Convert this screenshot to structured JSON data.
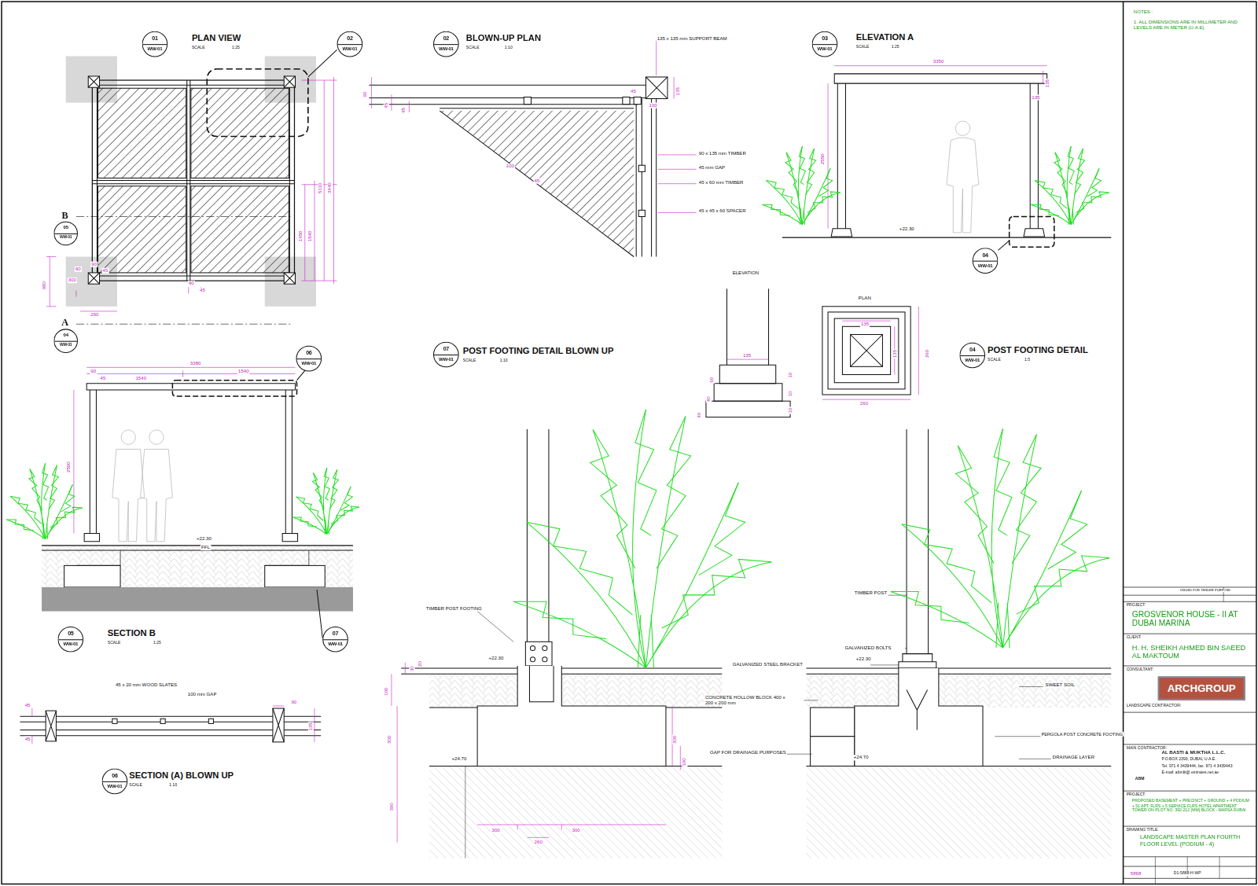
{
  "diagram": {
    "nodes": [
      {
        "text": [
          "01",
          "WW-01"
        ]
      },
      {
        "text": [
          "02",
          "WW-01"
        ]
      },
      {
        "text": [
          "02",
          "WW-01"
        ]
      },
      {
        "text": [
          "03",
          "WW-01"
        ]
      },
      {
        "text": [
          "04",
          "WW-01"
        ]
      },
      {
        "text": [
          "06",
          "WW-01"
        ]
      },
      {
        "text": [
          "05",
          "WW-01"
        ]
      },
      {
        "text": [
          "07",
          "WW-01"
        ]
      },
      {
        "text": [
          "07",
          "WW-01"
        ]
      },
      {
        "text": [
          "04",
          "WW-01"
        ]
      },
      {
        "text": [
          "06",
          "WW-01"
        ]
      },
      {
        "text": [
          "B",
          "05",
          "WW-01"
        ]
      },
      {
        "text": [
          "A",
          "04",
          "WW-01"
        ]
      },
      {
        "text": [
          "ARCHGROUP"
        ]
      }
    ],
    "labels": [
      "PLAN VIEW",
      "SCALE",
      "1:25",
      "BLOWN-UP PLAN",
      "SCALE",
      "1:10",
      "ELEVATION A",
      "SCALE",
      "1:25",
      "POST FOOTING DETAIL BLOWN UP",
      "SCALE",
      "1:10",
      "POST FOOTING DETAIL",
      "SCALE",
      "1:5",
      "SECTION B",
      "SCALE",
      "1:25",
      "SECTION (A) BLOWN UP",
      "SCALE",
      "1:10",
      "90",
      "45",
      "60",
      "300",
      "980",
      "260",
      "90",
      "45",
      "1450",
      "1540",
      "5110",
      "3440",
      "135 x 135 mm SUPPORT BEAM",
      "90",
      "45",
      "45",
      "100",
      "45",
      "45",
      "135",
      "100",
      "90 x 135 mm TIMBER",
      "45 mm GAP",
      "45 x 60 mm TIMBER",
      "45 x 45 x 60 SPACER",
      "3350",
      "135",
      "135",
      "2550",
      "+22.30",
      "ELEVATION",
      "135",
      "60",
      "40",
      "40",
      "10",
      "10",
      "10",
      "PLAN",
      "135",
      "135",
      "260",
      "260",
      "3380",
      "90",
      "45",
      "1540",
      "1540",
      "2500",
      "+22.30",
      "FFL",
      "45 x 20 mm WOOD SLATES",
      "100 mm GAP",
      "45",
      "45",
      "90",
      "135",
      "TIMBER POST FOOTING",
      "+22.30",
      "30",
      "20",
      "100",
      "300",
      "300",
      "100",
      "+24.70",
      "300",
      "300",
      "260",
      "300",
      "TIMBER POST",
      "GALVANIZED BOLTS",
      "GALVANIZED STEEL BRACKET",
      "+22.30",
      "CONCRETE HOLLOW BLOCK 400 x 200 x 200 mm",
      "GAP FOR DRAINAGE PURPOSES",
      "+24.70",
      "SWEET SOIL",
      "PERGOLA POST CONCRETE FOOTING",
      "DRAINAGE LAYER",
      "NOTES :",
      "1. ALL DIMENSIONS ARE IN MILLIMETER AND LEVELS ARE IN METER (U.A.E)",
      "ISSUED FOR TENDER PURPOSE",
      "PROJECT:",
      "GROSVENOR HOUSE - II AT DUBAI MARINA",
      "CLIENT:",
      "H. H. SHEIKH AHMED BIN SAEED AL MAKTOUM",
      "CONSULTANT:",
      "LANDSCAPE CONTRACTOR:",
      "MAIN CONTRACTOR:",
      "AL BASTI & MUKTHA L.L.C.",
      "P.O.BOX 2393, DUBAI, U.A.E.",
      "Tel. 971 4 3439444, fax. 971 4 3439443",
      "E-mail: abmlit@ emirates.net.ae",
      "ABM",
      "PROJECT:",
      "PROPOSED BASEMENT + PRECINCT + GROUND + 4 PODIUM + 51 APT. FLRS + 5 SERVICE FLRS HOTEL APARTMENT TOWER ON PLOT NO. 392-212 (MM) BLOCK - MARSA DUBAI",
      "DRAWING TITLE:",
      "LANDSCAPE MASTER PLAN FOURTH FLOOR LEVEL (PODIUM - 4)",
      "5868",
      "D1-5868-H-WP"
    ]
  }
}
